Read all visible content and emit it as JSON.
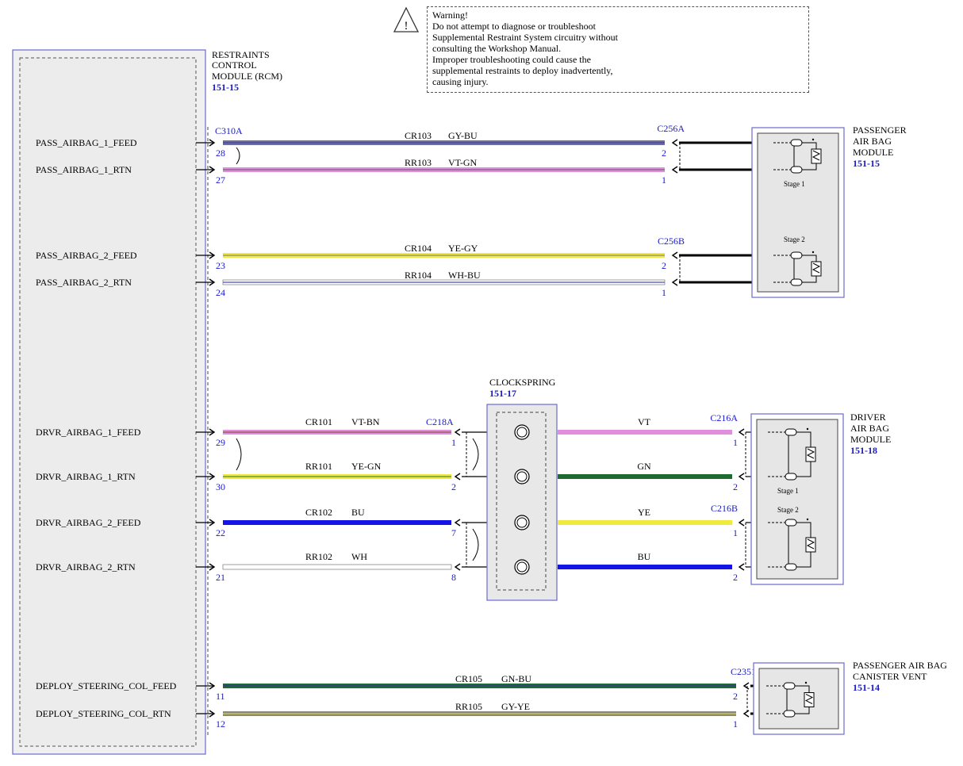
{
  "warning": {
    "lines": [
      "Warning!",
      "Do not attempt to diagnose or troubleshoot",
      "Supplemental Restraint System circuitry without",
      "consulting the Workshop Manual.",
      "Improper troubleshooting could cause the",
      "supplemental restraints to deploy inadvertently,",
      "causing injury."
    ],
    "icon_symbol": "!"
  },
  "rcm": {
    "title_lines": [
      "RESTRAINTS",
      "CONTROL",
      "MODULE (RCM)"
    ],
    "ref": "151-15",
    "connector": "C310A",
    "pins": [
      {
        "label": "PASS_AIRBAG_1_FEED",
        "pin": "28"
      },
      {
        "label": "PASS_AIRBAG_1_RTN",
        "pin": "27"
      },
      {
        "label": "PASS_AIRBAG_2_FEED",
        "pin": "23"
      },
      {
        "label": "PASS_AIRBAG_2_RTN",
        "pin": "24"
      },
      {
        "label": "DRVR_AIRBAG_1_FEED",
        "pin": "29"
      },
      {
        "label": "DRVR_AIRBAG_1_RTN",
        "pin": "30"
      },
      {
        "label": "DRVR_AIRBAG_2_FEED",
        "pin": "22"
      },
      {
        "label": "DRVR_AIRBAG_2_RTN",
        "pin": "21"
      },
      {
        "label": "DEPLOY_STEERING_COL_FEED",
        "pin": "11"
      },
      {
        "label": "DEPLOY_STEERING_COL_RTN",
        "pin": "12"
      }
    ]
  },
  "circuits": [
    {
      "circuit": "CR103",
      "color_code": "GY-BU",
      "wire_color": "#6e6e9c",
      "stripe": "#4a4aa0",
      "end_connector": "C256A",
      "end_pin": "2"
    },
    {
      "circuit": "RR103",
      "color_code": "VT-GN",
      "wire_color": "#e08fdd",
      "stripe": "#8a6a8a",
      "end_connector": "",
      "end_pin": "1"
    },
    {
      "circuit": "CR104",
      "color_code": "YE-GY",
      "wire_color": "#f0ea40",
      "stripe": "#9a9a70",
      "end_connector": "C256B",
      "end_pin": "2"
    },
    {
      "circuit": "RR104",
      "color_code": "WH-BU",
      "wire_color": "#ffffff",
      "stripe": "#6a6ac8",
      "end_connector": "",
      "end_pin": "1"
    },
    {
      "circuit": "CR101",
      "color_code": "VT-BN",
      "wire_color": "#e08fdd",
      "stripe": "#9a6060",
      "end_connector": "C218A",
      "end_pin": "1"
    },
    {
      "circuit": "RR101",
      "color_code": "YE-GN",
      "wire_color": "#f0ea40",
      "stripe": "#6a9a40",
      "end_connector": "",
      "end_pin": "2"
    },
    {
      "circuit": "CR102",
      "color_code": "BU",
      "wire_color": "#1414e6",
      "stripe": "",
      "end_connector": "",
      "end_pin": "7"
    },
    {
      "circuit": "RR102",
      "color_code": "WH",
      "wire_color": "#ffffff",
      "stripe": "",
      "end_connector": "",
      "end_pin": "8"
    },
    {
      "circuit": "CR105",
      "color_code": "GN-BU",
      "wire_color": "#1d6b2e",
      "stripe": "#3a3a8a",
      "end_connector": "C2351",
      "end_pin": "2"
    },
    {
      "circuit": "RR105",
      "color_code": "GY-YE",
      "wire_color": "#8a8a70",
      "stripe": "#c8c060",
      "end_connector": "",
      "end_pin": "1"
    }
  ],
  "clockspring": {
    "title": "CLOCKSPRING",
    "ref": "151-17",
    "outputs": [
      {
        "color_code": "VT",
        "wire_color": "#e08fdd",
        "end_connector": "C216A",
        "end_pin": "1"
      },
      {
        "color_code": "GN",
        "wire_color": "#1d6b2e",
        "end_connector": "",
        "end_pin": "2"
      },
      {
        "color_code": "YE",
        "wire_color": "#f0ea40",
        "end_connector": "C216B",
        "end_pin": "1"
      },
      {
        "color_code": "BU",
        "wire_color": "#1414e6",
        "end_connector": "",
        "end_pin": "2"
      }
    ]
  },
  "modules": {
    "passenger_airbag": {
      "title_lines": [
        "PASSENGER",
        "AIR BAG",
        "MODULE"
      ],
      "ref": "151-15",
      "stage1": "Stage 1",
      "stage2": "Stage 2"
    },
    "driver_airbag": {
      "title_lines": [
        "DRIVER",
        "AIR BAG",
        "MODULE"
      ],
      "ref": "151-18",
      "stage1": "Stage 1",
      "stage2": "Stage 2"
    },
    "canister_vent": {
      "title_lines": [
        "PASSENGER AIR BAG",
        "CANISTER VENT"
      ],
      "ref": "151-14"
    }
  },
  "colors": {
    "link_blue": "#1a1acc",
    "module_fill": "#e8e8e8",
    "frame": "#6a6ad0"
  }
}
